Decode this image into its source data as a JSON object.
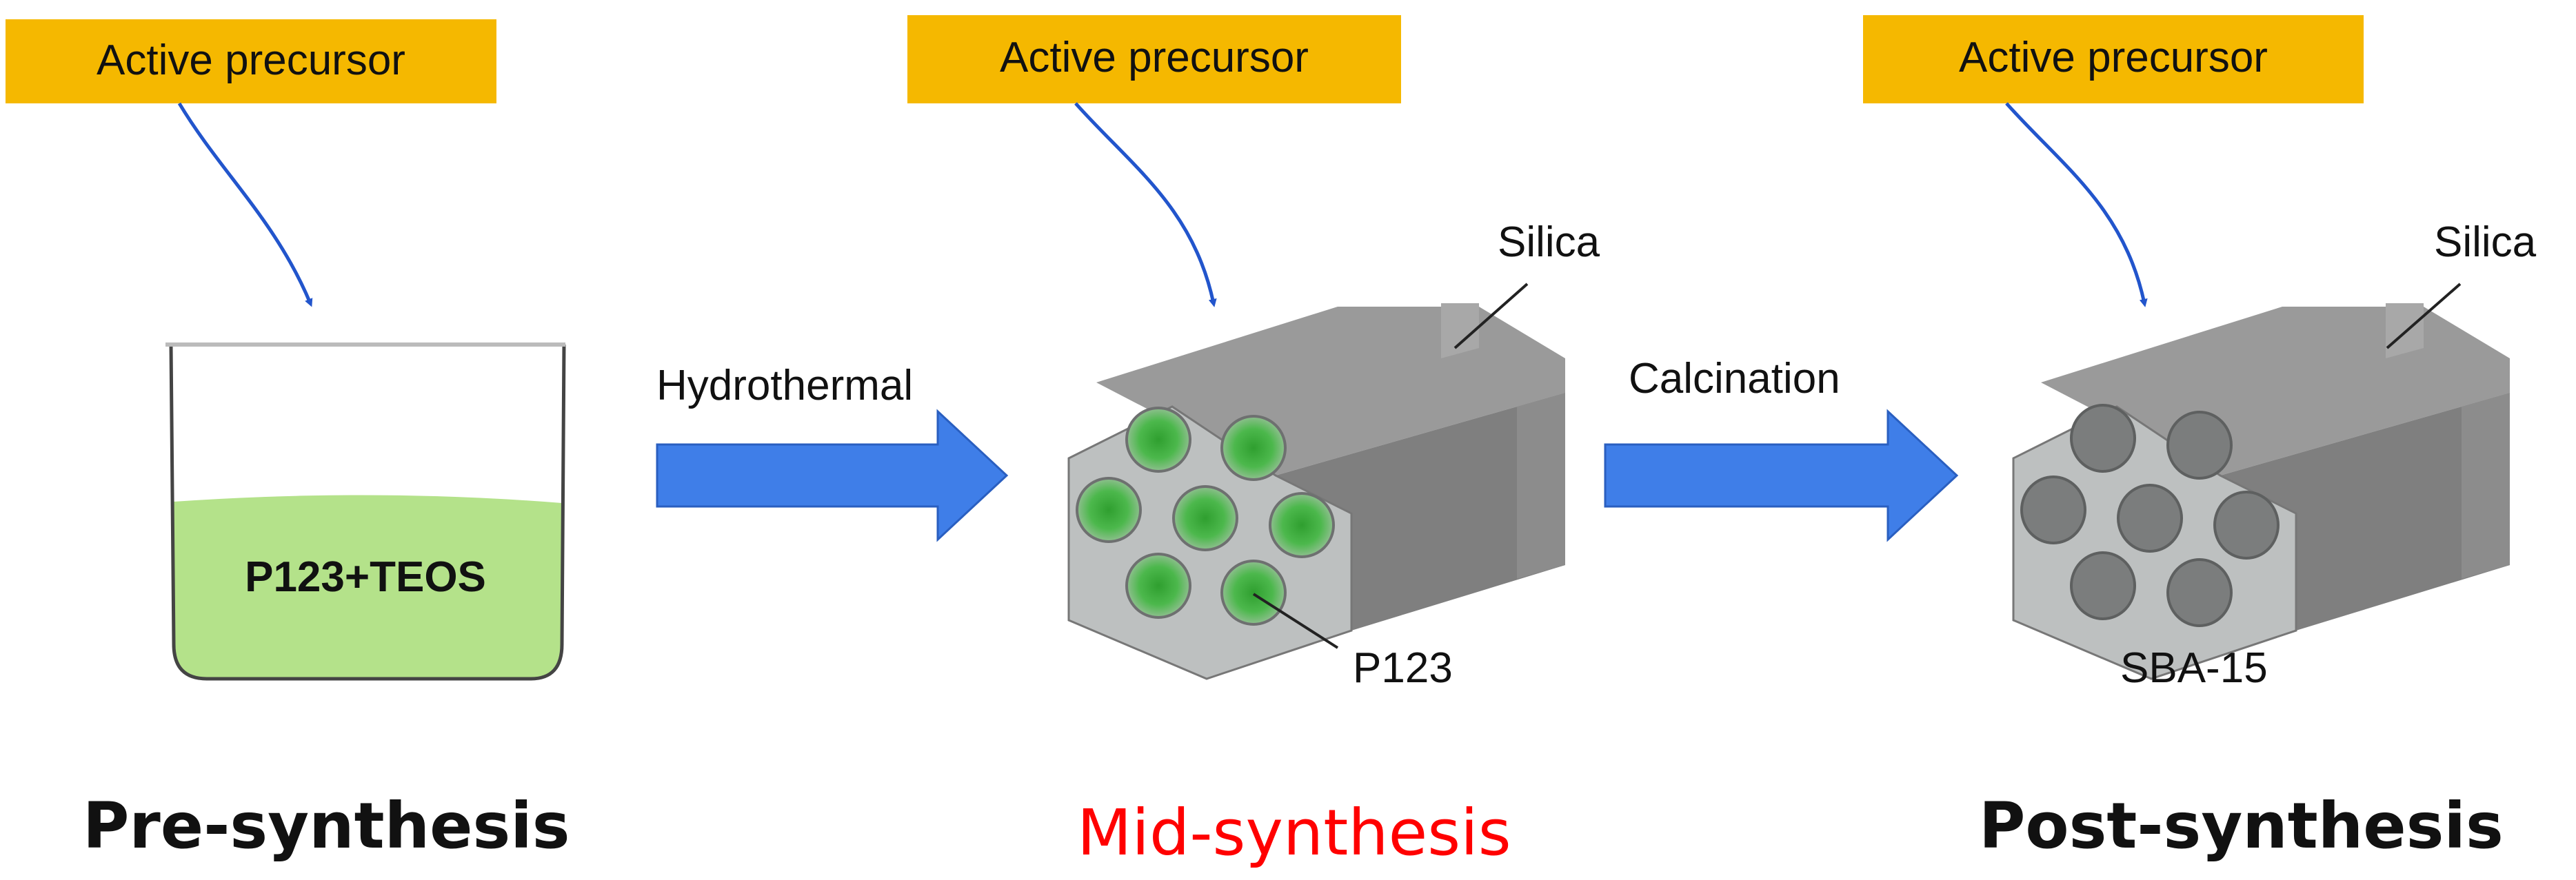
{
  "colors": {
    "precursor_box": "#f5b800",
    "arrow_blue": "#3f7ee8",
    "curve_blue": "#2255cc",
    "solution_green": "#b4e28a",
    "silica_dark": "#8c8c8c",
    "silica_face": "#b9bcbc",
    "p123_green": "#2e9e2e",
    "mid_label": "#ff0000"
  },
  "precursor_labels": [
    "Active precursor",
    "Active precursor",
    "Active precursor"
  ],
  "beaker": {
    "label": "P123+TEOS"
  },
  "steps": {
    "hydrothermal": "Hydrothermal",
    "calcination": "Calcination"
  },
  "mid": {
    "silica": "Silica",
    "p123": "P123"
  },
  "post": {
    "silica": "Silica",
    "product": "SBA-15"
  },
  "stages": {
    "pre": "Pre-synthesis",
    "mid": "Mid-synthesis",
    "post": "Post-synthesis"
  }
}
